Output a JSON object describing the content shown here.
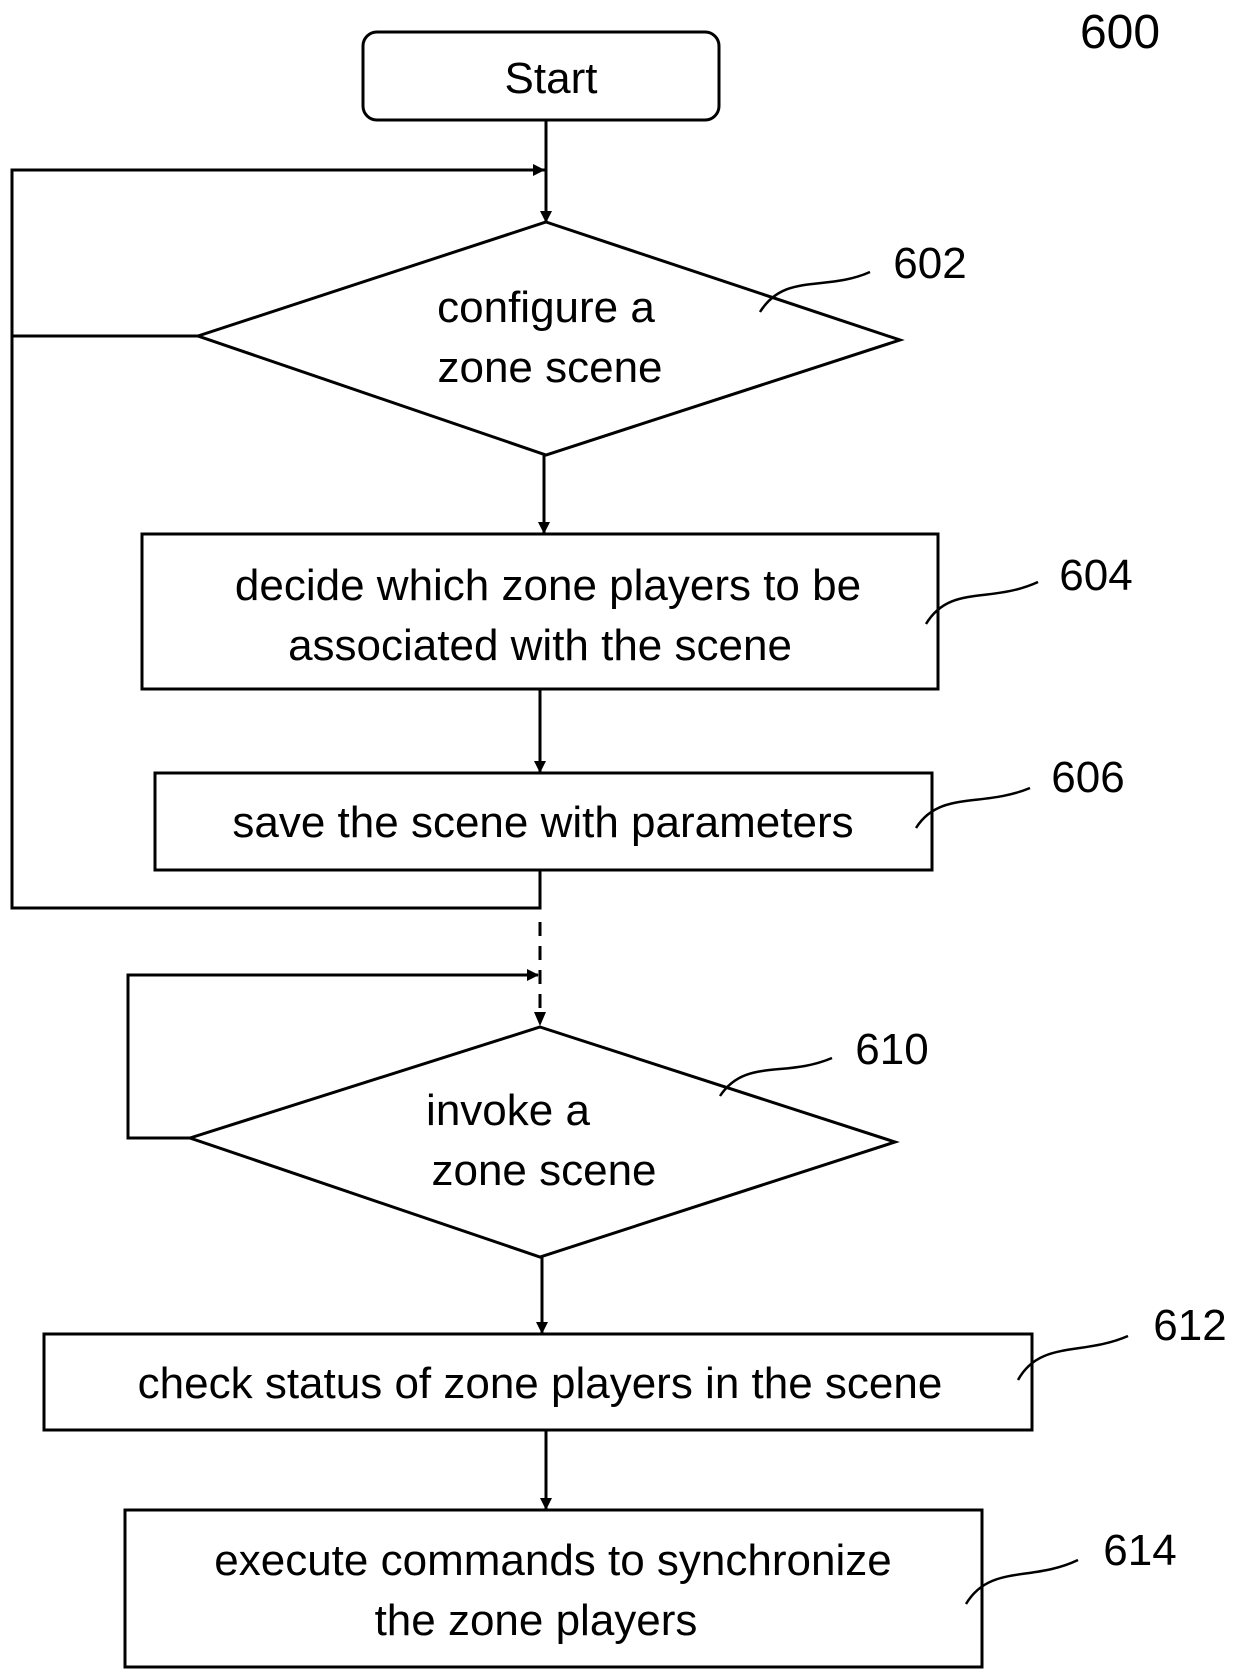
{
  "figure_number": "600",
  "nodes": {
    "start": {
      "label": "Start"
    },
    "configure": {
      "ref": "602",
      "lines": [
        "configure a",
        "zone scene"
      ]
    },
    "decide": {
      "ref": "604",
      "lines": [
        "decide which zone players to be",
        "associated with the scene"
      ]
    },
    "save": {
      "ref": "606",
      "lines": [
        "save the scene with parameters"
      ]
    },
    "invoke": {
      "ref": "610",
      "lines": [
        "invoke a",
        "zone scene"
      ]
    },
    "check": {
      "ref": "612",
      "lines": [
        "check status of zone players in the scene"
      ]
    },
    "execute": {
      "ref": "614",
      "lines": [
        "execute commands to synchronize",
        "the zone players"
      ]
    }
  }
}
